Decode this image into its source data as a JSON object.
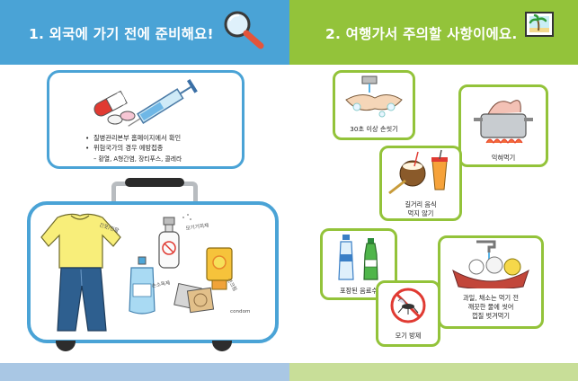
{
  "header": {
    "left_title": "1. 외국에 가기 전에 준비해요!",
    "right_title": "2. 여행가서 주의할 사항이에요."
  },
  "info": {
    "bullets": [
      "질병관리본부 홈페이지에서 확인",
      "위험국가의 경우 예방접종"
    ],
    "sub": "– 황열, A형간염, 장티푸스, 콜레라"
  },
  "suitcase": {
    "notes": {
      "clothes": "긴옷/긴팔",
      "repellent": "모기기피제",
      "sanitizer": "손소독제",
      "sunscreen": "선크림",
      "condom": "condom"
    }
  },
  "tips": {
    "handwash": "30초 이상 손씻기",
    "cook": "익혀먹기",
    "street_food": [
      "길거리 음식",
      "먹지 않기"
    ],
    "bottled": "포장된 음료수",
    "mosquito": "모기 방제",
    "fruit": [
      "과일, 채소는 먹기 전",
      "깨끗한 물에 씻어",
      "껍질 벗겨먹기"
    ]
  },
  "colors": {
    "left_accent": "#4aa3d6",
    "right_accent": "#93c33a",
    "left_footer": "#a9c7e4",
    "right_footer": "#c8de98"
  }
}
